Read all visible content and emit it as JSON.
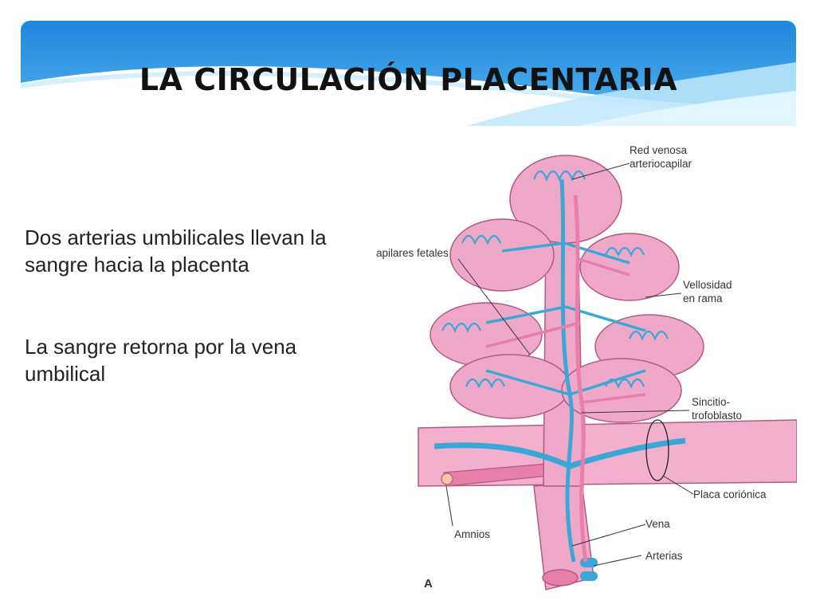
{
  "slide": {
    "title": "LA CIRCULACIÓN PLACENTARIA",
    "text_1": "Dos arterias umbilicales llevan la sangre hacia la placenta",
    "text_2": "La sangre retorna por la vena umbilical"
  },
  "figure": {
    "labels": {
      "red_venosa_1": "Red venosa",
      "red_venosa_2": "arteriocapilar",
      "capilares": "apilares fetales",
      "vellosidad_1": "Vellosidad",
      "vellosidad_2": "en rama",
      "sincitio_1": "Sincitio-",
      "sincitio_2": "trofoblasto",
      "placa": "Placa coriónica",
      "vena": "Vena",
      "amnios": "Amnios",
      "arterias": "Arterias",
      "panel": "A"
    }
  },
  "colors": {
    "header_blue": "#2b8fe0",
    "header_light": "#8fd0f5",
    "tissue_pink": "#f0a8c8",
    "tissue_outline": "#b05a84",
    "vein_blue": "#3ba7d6",
    "artery_pink": "#e87fa8"
  }
}
